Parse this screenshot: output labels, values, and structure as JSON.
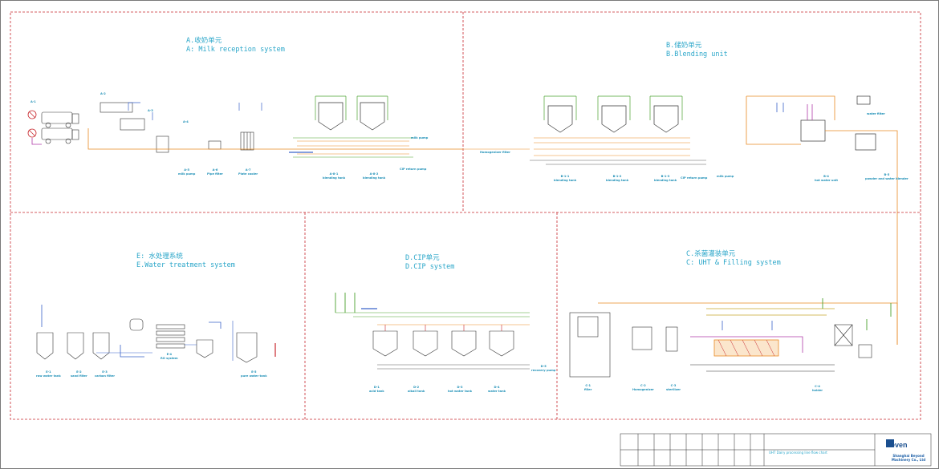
{
  "units": {
    "a_cn": "A.收奶单元",
    "a_en": "A: Milk reception system",
    "b_cn": "B.储奶单元",
    "b_en": "B.Blending unit",
    "c_cn": "C.杀菌灌装单元",
    "c_en": "C: UHT & Filling system",
    "d_cn": "D.CIP单元",
    "d_en": "D.CIP system",
    "e_cn": "E: 水处理系统",
    "e_en": "E.Water treatment system"
  },
  "tags": {
    "pump_left": "A-1",
    "filter": "A-2",
    "deaerator": "A-3",
    "flow_meter": "A-4",
    "milk_pump": "A-5\nmilk pump",
    "pipe_filter": "A-6\nPipe filter",
    "plate_cooler": "A-7\nPlate cooler",
    "tank_a1": "A-8-1\nblending tank",
    "tank_a2": "A-8-2\nblending tank",
    "cip_return_a": "CIP return pump",
    "milk_pump_a": "milk pump",
    "homogenizer_in": "Homogenizer filter",
    "tank_b1": "B-1-1\nblending tank",
    "tank_b2": "B-1-2\nblending tank",
    "tank_b3": "B-1-3\nblending tank",
    "cip_pump_b": "CIP return pump",
    "milk_pump_b": "milk pump",
    "hot_water": "B-4\nhot water unit",
    "powder_blender": "B-5\npowder and water blender",
    "water_filter": "water filter",
    "filler": "C-1\nfiller",
    "homogenizer": "C-2\nHomogenizer",
    "sterilizer": "C-3\nsterilizer",
    "holding": "C-4\nholder",
    "cip_tank1": "D-1\nacid tank",
    "cip_tank2": "D-2\nalkali tank",
    "cip_tank3": "D-3\nhot water tank",
    "cip_tank4": "D-4\nwater tank",
    "cip_recovery": "D-5\nrecovery pump",
    "water_raw": "E-1\nraw water tank",
    "water_sand": "E-2\nsand filter",
    "water_carbon": "E-3\ncarbon filter",
    "water_ro": "E-4\nRO system",
    "water_pure": "E-5\npure water tank"
  },
  "title_block": {
    "drawing_title": "UHT Dairy processing line flow chart",
    "company_line1": "Shanghai Beyond",
    "company_line2": "Machinery Co., Ltd",
    "logo": "Seven"
  },
  "colors": {
    "frame_red": "#c8282e",
    "product_orange": "#e98a24",
    "cip_green": "#4aa12e",
    "water_blue": "#3a63c9",
    "steam_magenta": "#b03aa8",
    "title_cyan": "#2aa6c9"
  }
}
